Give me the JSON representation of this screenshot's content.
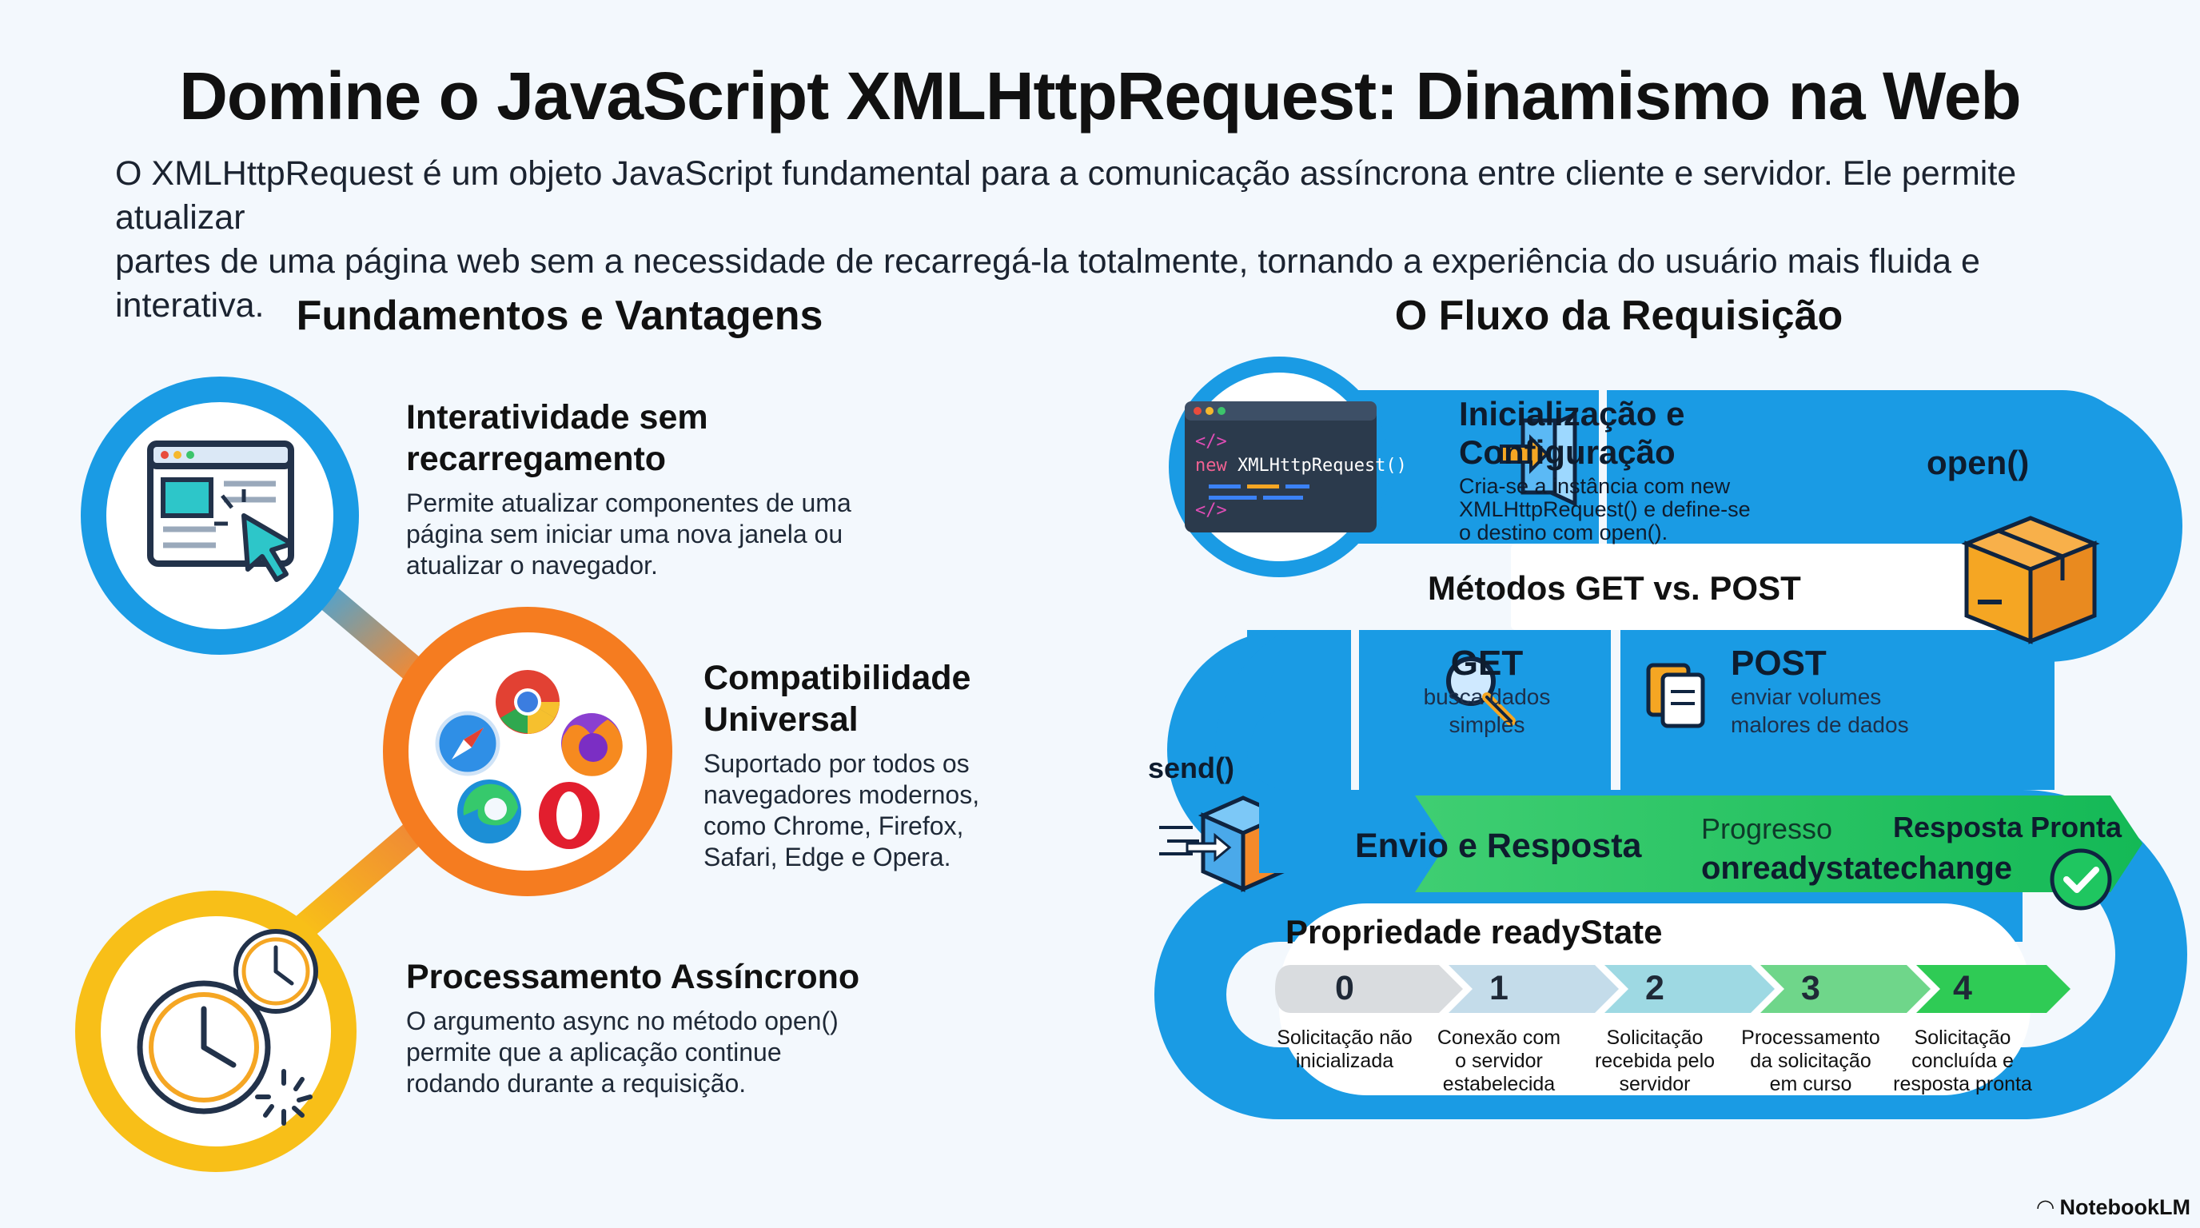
{
  "header": {
    "title": "Domine o JavaScript XMLHttpRequest: Dinamismo na Web",
    "intro_line1": "O XMLHttpRequest é um objeto JavaScript fundamental para a comunicação assíncrona entre cliente e servidor. Ele permite atualizar",
    "intro_line2": "partes de uma página web sem a necessidade de recarregá-la totalmente, tornando a experiência do usuário mais fluida e interativa."
  },
  "left": {
    "section_title": "Fundamentos e Vantagens",
    "features": [
      {
        "title_line1": "Interatividade sem",
        "title_line2": "recarregamento",
        "desc_line1": "Permite atualizar componentes de uma",
        "desc_line2": "página sem iniciar uma nova janela ou",
        "desc_line3": "atualizar o navegador.",
        "icon": "browser-window-cursor-icon",
        "color": "#1a9be4"
      },
      {
        "title_line1": "Compatibilidade",
        "title_line2": "Universal",
        "desc_line1": "Suportado por todos os",
        "desc_line2": "navegadores modernos,",
        "desc_line3": "como Chrome, Firefox,",
        "desc_line4": "Safari, Edge e Opera.",
        "icon": "browsers-icon",
        "color": "#f57c20"
      },
      {
        "title_line1": "Processamento Assíncrono",
        "desc_line1": "O argumento async no método open()",
        "desc_line2": "permite que a aplicação continue",
        "desc_line3": "rodando durante a requisição.",
        "icon": "clocks-icon",
        "color": "#f8bf18"
      }
    ]
  },
  "right": {
    "section_title": "O Fluxo da Requisição",
    "code_snippet": {
      "line1": "</>",
      "line2_kw": "new",
      "line2_fn": "XMLHttpRequest()",
      "line4": "</>"
    },
    "init": {
      "title_line1": "Inicialização e",
      "title_line2": "Configuração",
      "desc_line1": "Cria-se a instância com new",
      "desc_line2": "XMLHttpRequest() e define-se",
      "desc_line3": "o destino com open()."
    },
    "open_label": "open()",
    "methods_title": "Métodos GET vs. POST",
    "get": {
      "title": "GET",
      "desc_line1": "busca dados",
      "desc_line2": "simples"
    },
    "post": {
      "title": "POST",
      "desc_line1": "enviar volumes",
      "desc_line2": "malores de dados"
    },
    "send_label": "send()",
    "envio_label": "Envio e Resposta",
    "progress_label": "Progresso",
    "ready_label": "Resposta Pronta",
    "event_label": "onreadystatechange",
    "readystate_title": "Propriedade readyState",
    "states": [
      {
        "num": "0",
        "l1": "Solicitação não",
        "l2": "inicializada",
        "l3": "",
        "color": "#d9dcdf"
      },
      {
        "num": "1",
        "l1": "Conexão com",
        "l2": "o servidor",
        "l3": "estabelecida",
        "color": "#c4dcea"
      },
      {
        "num": "2",
        "l1": "Solicitação",
        "l2": "recebida pelo",
        "l3": "servidor",
        "color": "#9ed9e3"
      },
      {
        "num": "3",
        "l1": "Processamento",
        "l2": "da solicitação",
        "l3": "em curso",
        "color": "#6fd68a"
      },
      {
        "num": "4",
        "l1": "Solicitação",
        "l2": "concluída e",
        "l3": "resposta pronta",
        "color": "#2fcb55"
      }
    ]
  },
  "footer": {
    "brand": "NotebookLM"
  }
}
